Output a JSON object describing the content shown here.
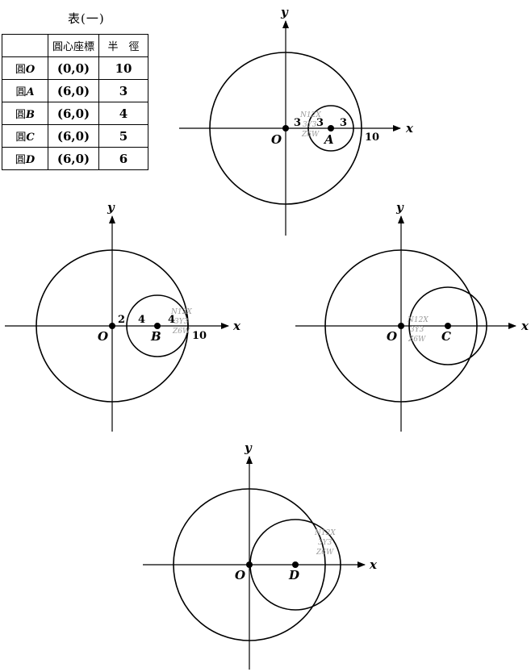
{
  "table": {
    "caption": "表(一)",
    "headers": [
      "",
      "圓心座標",
      "半　徑"
    ],
    "rows": [
      {
        "prefix": "圓",
        "name": "O",
        "center": "(0,0)",
        "radius": "10"
      },
      {
        "prefix": "圓",
        "name": "A",
        "center": "(6,0)",
        "radius": "3"
      },
      {
        "prefix": "圓",
        "name": "B",
        "center": "(6,0)",
        "radius": "4"
      },
      {
        "prefix": "圓",
        "name": "C",
        "center": "(6,0)",
        "radius": "5"
      },
      {
        "prefix": "圓",
        "name": "D",
        "center": "(6,0)",
        "radius": "6"
      }
    ]
  },
  "watermark": {
    "line1": "N12X",
    "line2": "3Y3",
    "line3": "Z6W"
  },
  "figures": {
    "fig1": {
      "x": "x",
      "y": "y",
      "origin": "O",
      "center": "A",
      "labels": {
        "left_gap": "3",
        "inner_left": "3",
        "inner_right": "3",
        "outer": "10"
      }
    },
    "fig2": {
      "x": "x",
      "y": "y",
      "origin": "O",
      "center": "B",
      "labels": {
        "gap": "2",
        "inner_left": "4",
        "inner_right": "4",
        "outer": "10"
      }
    },
    "fig3": {
      "x": "x",
      "y": "y",
      "origin": "O",
      "center": "C"
    },
    "fig4": {
      "x": "x",
      "y": "y",
      "origin": "O",
      "center": "D"
    }
  }
}
